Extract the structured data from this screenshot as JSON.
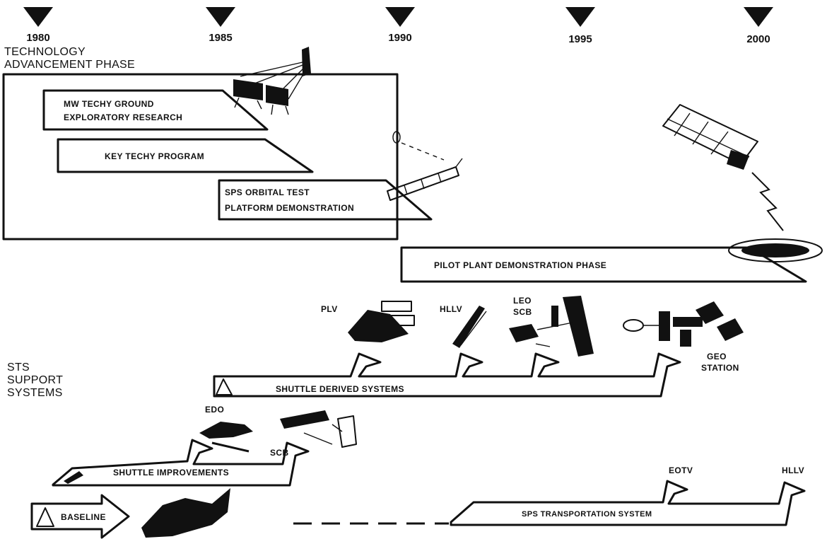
{
  "timeline": {
    "years": [
      "1980",
      "1985",
      "1990",
      "1995",
      "2000"
    ]
  },
  "tech_phase": {
    "title_line1": "TECHNOLOGY",
    "title_line2": "ADVANCEMENT PHASE",
    "bars": [
      {
        "line1": "MW TECHY GROUND",
        "line2": "EXPLORATORY RESEARCH"
      },
      {
        "line1": "KEY TECHY PROGRAM",
        "line2": ""
      },
      {
        "line1": "SPS ORBITAL TEST",
        "line2": "PLATFORM DEMONSTRATION"
      }
    ]
  },
  "pilot_phase": {
    "label": "PILOT PLANT DEMONSTRATION PHASE"
  },
  "sts": {
    "title_line1": "STS",
    "title_line2": "SUPPORT",
    "title_line3": "SYSTEMS"
  },
  "shuttle_derived": {
    "label": "SHUTTLE DERIVED SYSTEMS",
    "items": {
      "plv": "PLV",
      "hllv": "HLLV",
      "leo_line1": "LEO",
      "leo_line2": "SCB",
      "geo_line1": "GEO",
      "geo_line2": "STATION"
    }
  },
  "shuttle_improvements": {
    "label": "SHUTTLE IMPROVEMENTS",
    "items": {
      "edo": "EDO",
      "scb": "SCB"
    }
  },
  "baseline": {
    "label": "BASELINE"
  },
  "sps_transport": {
    "label": "SPS TRANSPORTATION SYSTEM",
    "items": {
      "eotv": "EOTV",
      "hllv": "HLLV"
    }
  }
}
